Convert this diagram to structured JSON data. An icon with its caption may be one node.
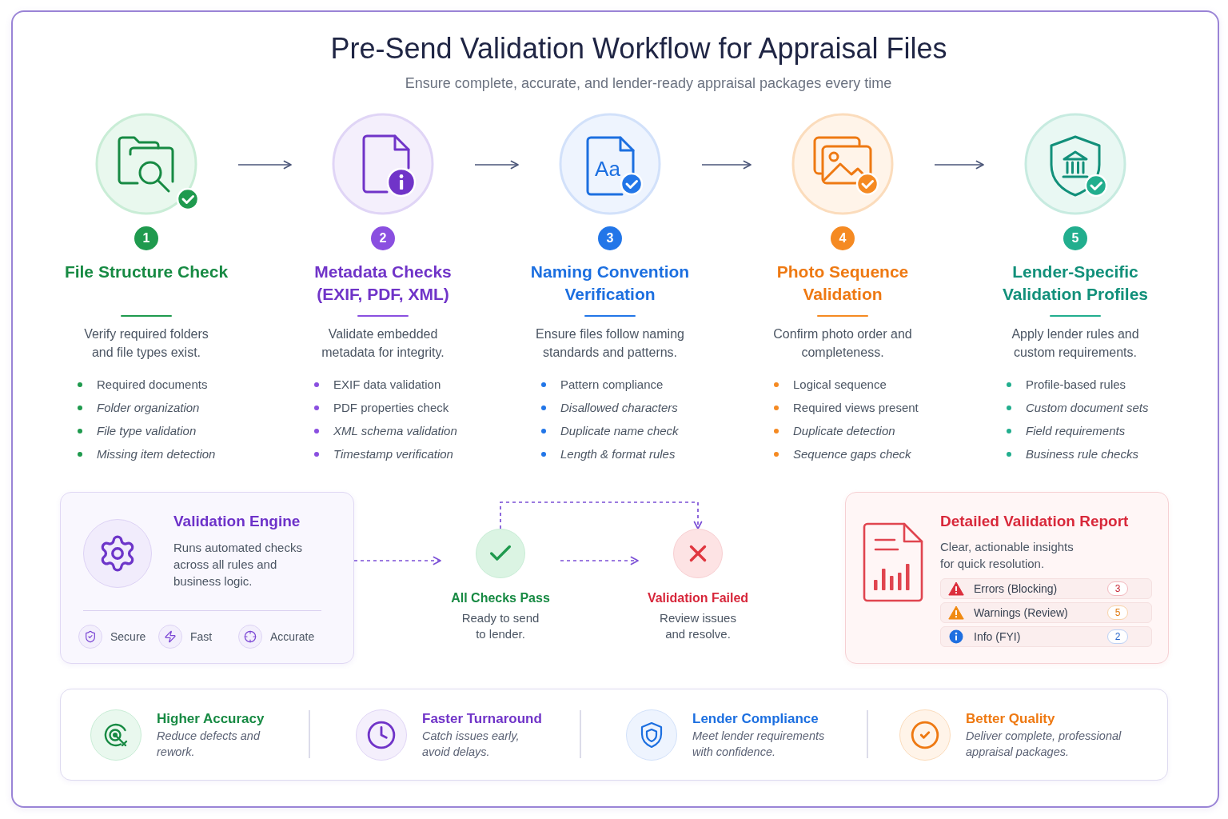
{
  "diagram": {
    "title": "Pre-Send Validation Workflow for Appraisal Files",
    "nodes": [
      {
        "text": [
          "1",
          "File Structure Check",
          "Verify required folders and file types exist.",
          "Required documents",
          "Folder organization",
          "File type validation",
          "Missing item detection"
        ]
      },
      {
        "text": [
          "2",
          "Metadata Checks (EXIF, PDF, XML)",
          "Validate embedded metadata for integrity.",
          "EXIF data validation",
          "PDF properties check",
          "XML schema validation",
          "Timestamp verification"
        ]
      },
      {
        "text": [
          "3",
          "Naming Convention Verification",
          "Ensure files follow naming standards and patterns.",
          "Pattern compliance",
          "Disallowed characters",
          "Duplicate name check",
          "Length & format rules"
        ]
      },
      {
        "text": [
          "4",
          "Photo Sequence Validation",
          "Confirm photo order and completeness.",
          "Logical sequence",
          "Required views present",
          "Duplicate detection",
          "Sequence gaps check"
        ]
      },
      {
        "text": [
          "5",
          "Lender-Specific Validation Profiles",
          "Apply lender rules and custom requirements.",
          "Profile-based rules",
          "Custom document sets",
          "Field requirements",
          "Business rule checks"
        ]
      },
      {
        "text": [
          "Validation Engine",
          "Runs automated checks across all rules and business logic.",
          "Secure",
          "Fast",
          "Accurate"
        ]
      },
      {
        "text": [
          "All Checks Pass",
          "Ready to send to lender."
        ]
      },
      {
        "text": [
          "Validation Failed",
          "Review issues and resolve."
        ]
      },
      {
        "text": [
          "Detailed Validation Report",
          "Clear, actionable insights for quick resolution."
        ]
      },
      {
        "text": [
          "Errors (Blocking)",
          "3"
        ],
        "in": 8
      },
      {
        "text": [
          "Warnings (Review)",
          "5"
        ],
        "in": 8
      },
      {
        "text": [
          "Info (FYI)",
          "2"
        ],
        "in": 8
      },
      {
        "text": [],
        "shape": "box"
      },
      {
        "text": [
          "Higher Accuracy",
          "Reduce defects and rework."
        ],
        "in": 12
      },
      {
        "text": [
          "Faster Turnaround",
          "Catch issues early, avoid delays."
        ],
        "in": 12
      },
      {
        "text": [
          "Lender Compliance",
          "Meet lender requirements with confidence."
        ],
        "in": 12
      },
      {
        "text": [
          "Better Quality",
          "Deliver complete, professional appraisal packages."
        ],
        "in": 12
      }
    ],
    "edges": [
      {
        "from": 0,
        "to": 1,
        "arrow": "to"
      },
      {
        "from": 1,
        "to": 2,
        "arrow": "to"
      },
      {
        "from": 2,
        "to": 3,
        "arrow": "to"
      },
      {
        "from": 3,
        "to": 4,
        "arrow": "to"
      },
      {
        "from": 5,
        "to": 6,
        "arrow": "to",
        "style": "dashed",
        "color": "#7b4fd6"
      },
      {
        "from": 6,
        "to": 7,
        "arrow": "to",
        "style": "dashed",
        "color": "#7b4fd6"
      },
      {
        "from": 6,
        "to": 7,
        "arrow": "to",
        "style": "dashed",
        "color": "#7b4fd6"
      }
    ],
    "labels": [
      "Ensure complete, accurate, and lender-ready appraisal packages every time",
      "Aa"
    ]
  }
}
